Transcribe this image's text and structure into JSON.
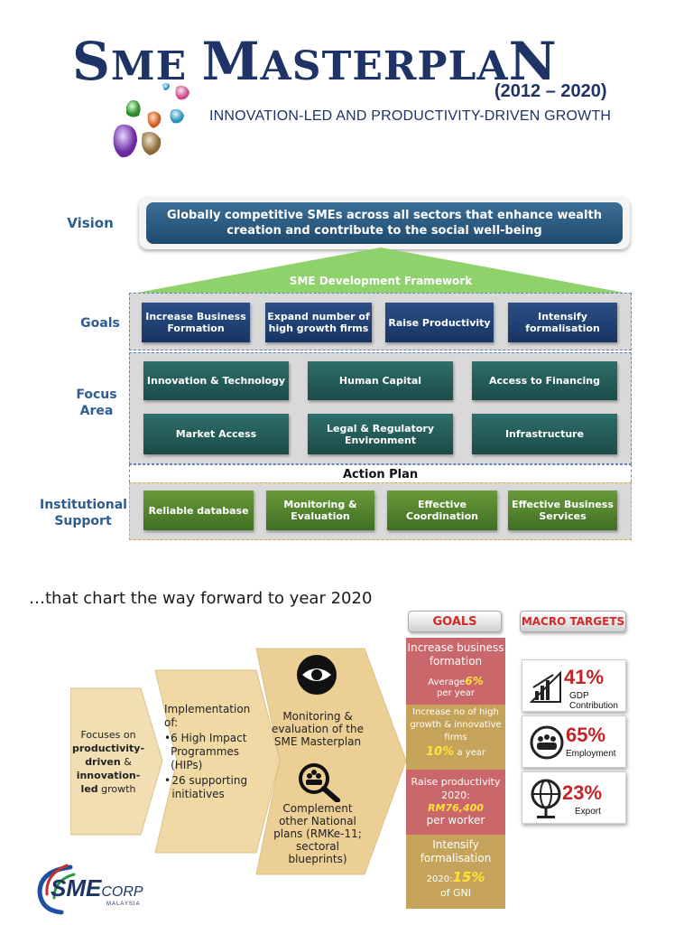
{
  "header": {
    "title_s": "S",
    "title_me": "ME ",
    "title_m": "M",
    "title_asterpla": "ASTERPLA",
    "title_n": "N",
    "years": "(2012 – 2020)",
    "subtitle": "INNOVATION-LED AND PRODUCTIVITY-DRIVEN GROWTH"
  },
  "framework": {
    "vision_label": "Vision",
    "vision_text": "Globally competitive SMEs across all sectors that enhance wealth creation and contribute to the social well-being",
    "framework_label": "SME Development Framework",
    "goals_label": "Goals",
    "goals": [
      "Increase Business Formation",
      "Expand number of high growth firms",
      "Raise Productivity",
      "Intensify formalisation"
    ],
    "focus_label_1": "Focus",
    "focus_label_2": "Area",
    "focus_areas": [
      "Innovation & Technology",
      "Human Capital",
      "Access to Financing",
      "Market Access",
      "Legal & Regulatory Environment",
      "Infrastructure"
    ],
    "action_plan": "Action Plan",
    "inst_label_1": "Institutional",
    "inst_label_2": "Support",
    "institutional": [
      "Reliable database",
      "Monitoring & Evaluation",
      "Effective Coordination",
      "Effective Business Services"
    ]
  },
  "bottom": {
    "forward_text": "…that chart the way forward to year 2020",
    "flow1": {
      "a": "Focuses on ",
      "b": "productivity-driven",
      "c": " & ",
      "d": "innovation-led",
      "e": " growth"
    },
    "flow2": {
      "title": "Implementation of:",
      "items": [
        "6 High Impact Programmes (HIPs)",
        "26 supporting initiatives"
      ]
    },
    "flow3": {
      "top": "Monitoring & evaluation of the SME Masterplan",
      "bottom": "Complement other National plans (RMKe-11; sectoral blueprints)"
    },
    "goals_header": "GOALS",
    "goal_cells": {
      "g1_title": "Increase business formation",
      "g1_pre": "Average",
      "g1_val": "6%",
      "g1_post": "per year",
      "g2_title": "Increase no of high growth & innovative firms",
      "g2_val": "10%",
      "g2_post": "a year",
      "g3_title": "Raise productivity 2020:",
      "g3_val": "RM76,400",
      "g3_post": "per worker",
      "g4_title": "Intensify formalisation",
      "g4_pre": "2020:",
      "g4_val": "15%",
      "g4_post": "of GNI"
    },
    "macro_header": "MACRO TARGETS",
    "macro": [
      {
        "value": "41%",
        "label": "GDP Contribution",
        "icon": "chart-icon"
      },
      {
        "value": "65%",
        "label": "Employment",
        "icon": "people-icon"
      },
      {
        "value": "23%",
        "label": "Export",
        "icon": "globe-icon"
      }
    ],
    "logo_sme": "SME",
    "logo_corp": "CORP",
    "logo_malaysia": "MALAYSIA"
  },
  "colors": {
    "navy": "#1e3466",
    "goal_blue": "#2b4f86",
    "focus_teal": "#2e6e6a",
    "inst_green": "#6a9a3b",
    "framework_green": "#8fd16b",
    "red": "#c42326",
    "goal_pink": "#c9676a",
    "goal_tan": "#c6a35a"
  }
}
